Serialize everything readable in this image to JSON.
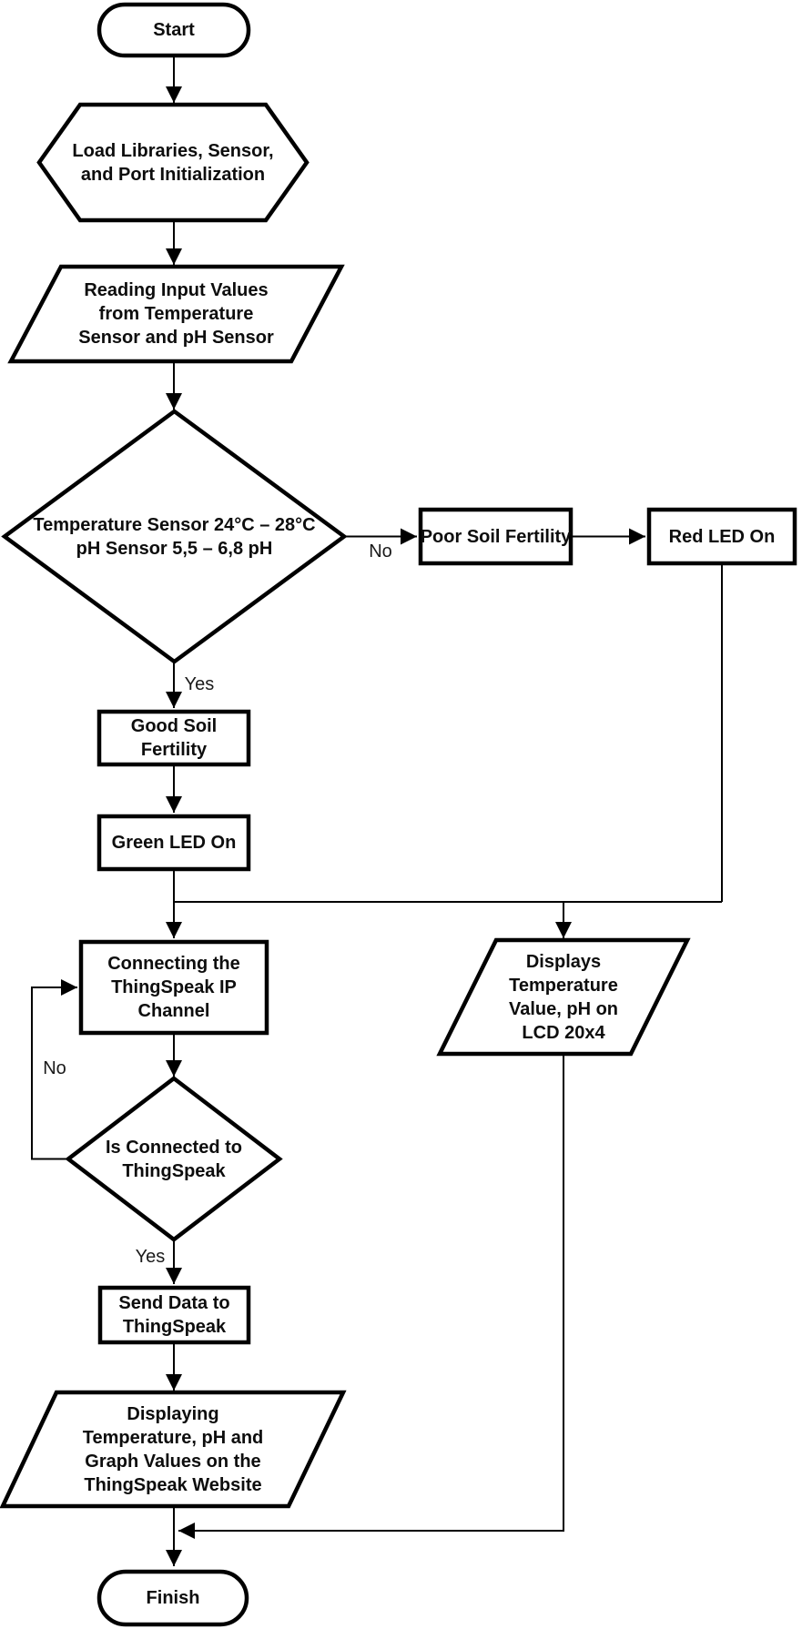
{
  "colors": {
    "line": "#000000",
    "background": "#ffffff",
    "text": "#0d0d0d"
  },
  "nodes": {
    "start": {
      "shape": "terminator",
      "label": "Start"
    },
    "init": {
      "shape": "preparation",
      "label": "Load Libraries, Sensor,\nand Port Initialization"
    },
    "read_input": {
      "shape": "input-output",
      "label": "Reading Input Values\nfrom Temperature\nSensor and pH Sensor"
    },
    "decision1": {
      "shape": "decision",
      "label": "Temperature Sensor 24°C – 28°C\npH Sensor 5,5 – 6,8 pH"
    },
    "poor": {
      "shape": "process",
      "label": "Poor Soil Fertility"
    },
    "red_led": {
      "shape": "process",
      "label": "Red LED On"
    },
    "good": {
      "shape": "process",
      "label": "Good Soil Fertility"
    },
    "green_led": {
      "shape": "process",
      "label": "Green LED On"
    },
    "connect": {
      "shape": "process",
      "label": "Connecting the\nThingSpeak IP Channel"
    },
    "decision2": {
      "shape": "decision",
      "label": "Is Connected to\nThingSpeak"
    },
    "send": {
      "shape": "process",
      "label": "Send Data to\nThingSpeak"
    },
    "display_web": {
      "shape": "input-output",
      "label": "Displaying\nTemperature, pH and\nGraph Values on the\nThingSpeak Website"
    },
    "display_lcd": {
      "shape": "input-output",
      "label": "Displays\nTemperature\nValue, pH on\nLCD 20x4"
    },
    "finish": {
      "shape": "terminator",
      "label": "Finish"
    }
  },
  "edge_labels": {
    "decision1_no": "No",
    "decision1_yes": "Yes",
    "decision2_no": "No",
    "decision2_yes": "Yes"
  }
}
